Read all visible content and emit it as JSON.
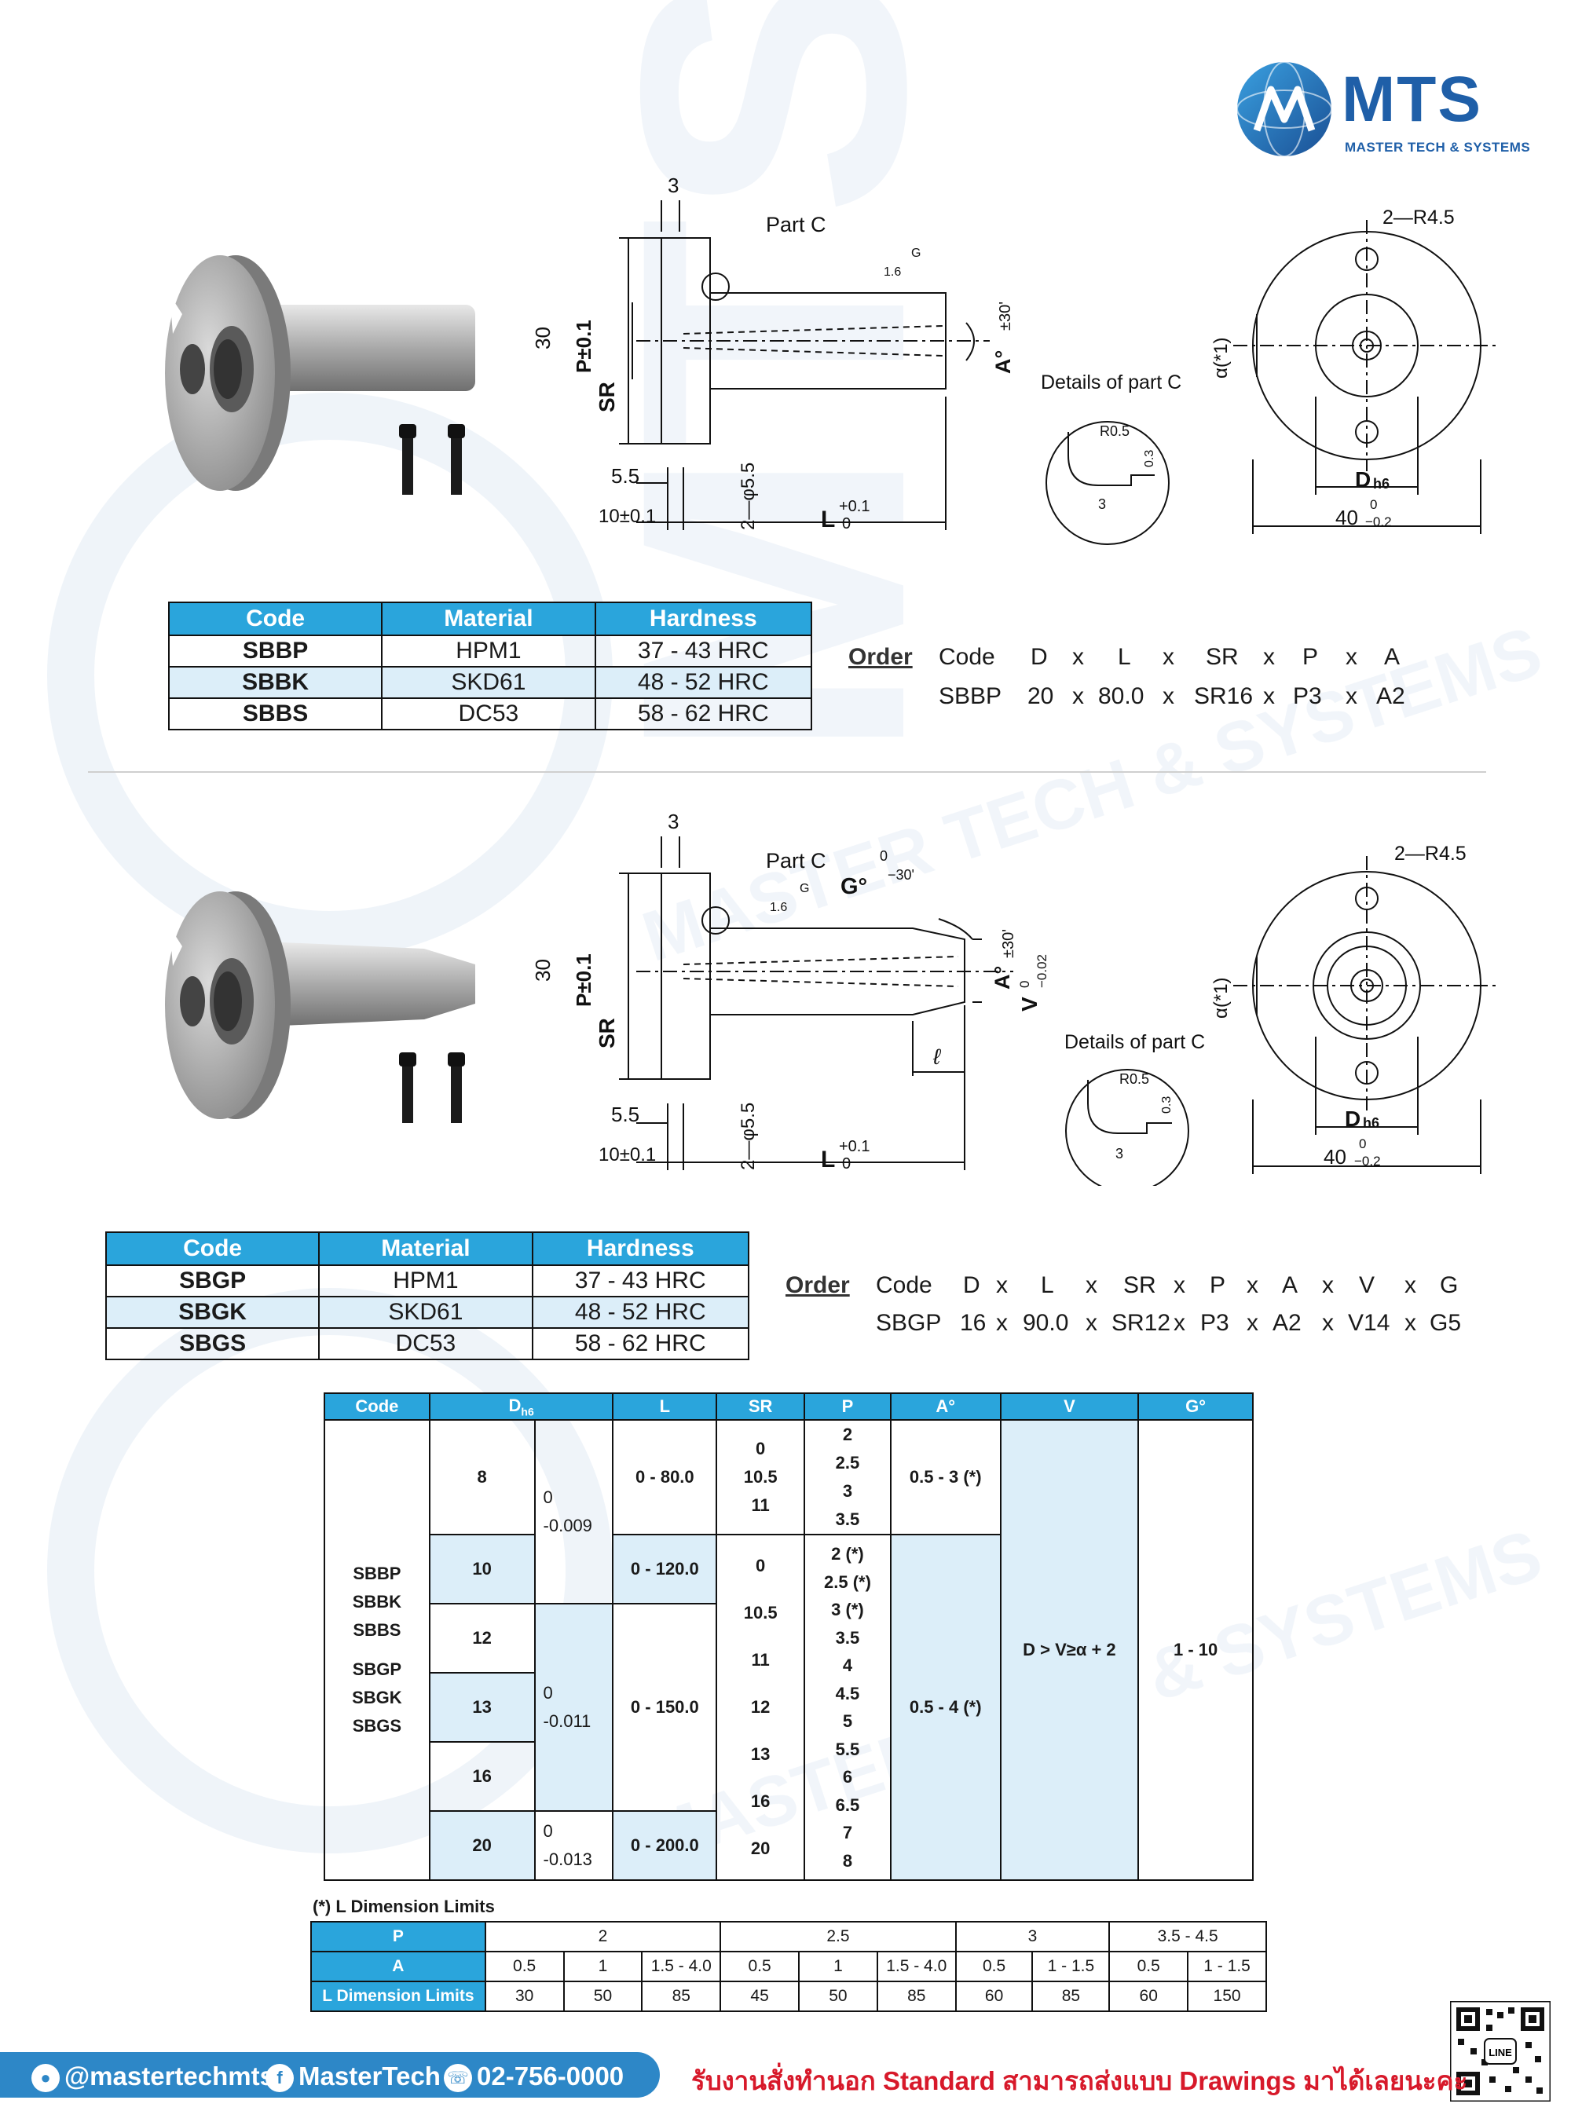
{
  "brand": {
    "name": "MTS",
    "tagline": "MASTER TECH & SYSTEMS",
    "watermark": "MTS MASTER TECH & SYSTEMS",
    "color": "#1f5fa8"
  },
  "drawing_labels": {
    "flange_width": "3",
    "part_c": "Part C",
    "height": "30",
    "p_tol": "P±0.1",
    "sr": "SR",
    "surface": "1.6",
    "surface_g": "G",
    "a_angle": "A°",
    "a_tol": "±30'",
    "hole": "2—φ5.5",
    "offset": "5.5",
    "flange_thk": "10±0.1",
    "l": "L",
    "l_tol_up": "+0.1",
    "l_tol_low": "0",
    "details": "Details of part C",
    "r05": "R0.5",
    "d03": "0.3",
    "d3": "3",
    "r45": "2—R4.5",
    "alpha": "α(*1)",
    "dh6": "D",
    "dh6_sub": "h6",
    "d40": "40",
    "d40_up": "0",
    "d40_low": "−0.2",
    "g_angle": "G°",
    "g_tol_up": "0",
    "g_tol_low": "−30'",
    "v": "V",
    "v_tol_up": "0",
    "v_tol_low": "−0.02",
    "ell": "ℓ"
  },
  "section1": {
    "headers": [
      "Code",
      "Material",
      "Hardness"
    ],
    "rows": [
      {
        "code": "SBBP",
        "material": "HPM1",
        "hardness": "37 - 43 HRC"
      },
      {
        "code": "SBBK",
        "material": "SKD61",
        "hardness": "48 - 52 HRC"
      },
      {
        "code": "SBBS",
        "material": "DC53",
        "hardness": "58 - 62 HRC"
      }
    ],
    "order": {
      "label": "Order",
      "fields": [
        "Code",
        "D",
        "x",
        "L",
        "x",
        "SR",
        "x",
        "P",
        "x",
        "A"
      ],
      "example": [
        "SBBP",
        "20",
        "x",
        "80.0",
        "x",
        "SR16",
        "x",
        "P3",
        "x",
        "A2"
      ]
    }
  },
  "section2": {
    "headers": [
      "Code",
      "Material",
      "Hardness"
    ],
    "rows": [
      {
        "code": "SBGP",
        "material": "HPM1",
        "hardness": "37 - 43 HRC"
      },
      {
        "code": "SBGK",
        "material": "SKD61",
        "hardness": "48 - 52 HRC"
      },
      {
        "code": "SBGS",
        "material": "DC53",
        "hardness": "58 - 62 HRC"
      }
    ],
    "order": {
      "label": "Order",
      "fields": [
        "Code",
        "D",
        "x",
        "L",
        "x",
        "SR",
        "x",
        "P",
        "x",
        "A",
        "x",
        "V",
        "x",
        "G"
      ],
      "example": [
        "SBGP",
        "16",
        "x",
        "90.0",
        "x",
        "SR12",
        "x",
        "P3",
        "x",
        "A2",
        "x",
        "V14",
        "x",
        "G5"
      ]
    }
  },
  "spec_table": {
    "headers": [
      "Code",
      "D",
      "h6",
      "L",
      "SR",
      "P",
      "A°",
      "V",
      "G°"
    ],
    "codes": [
      "SBBP",
      "SBBK",
      "SBBS",
      "SBGP",
      "SBGK",
      "SBGS"
    ],
    "d_values": [
      "8",
      "10",
      "12",
      "13",
      "16",
      "20"
    ],
    "tol": [
      [
        "0",
        "-0.009"
      ],
      [
        "0",
        "-0.011"
      ],
      [
        "0",
        "-0.013"
      ]
    ],
    "l_values": [
      "0 - 80.0",
      "0 - 120.0",
      "0 - 150.0",
      "0 - 200.0"
    ],
    "sr_group1": [
      "0",
      "10.5",
      "11"
    ],
    "sr_group2": [
      "0",
      "10.5",
      "11",
      "12",
      "13",
      "16",
      "20"
    ],
    "p_group1": [
      "2",
      "2.5",
      "3",
      "3.5"
    ],
    "p_group2": [
      "2 (*)",
      "2.5 (*)",
      "3 (*)",
      "3.5",
      "4",
      "4.5",
      "5",
      "5.5",
      "6",
      "6.5",
      "7",
      "8"
    ],
    "a_group1": "0.5 - 3 (*)",
    "a_group2": "0.5 - 4 (*)",
    "v_rule": "D > V≥α + 2",
    "g_range": "1 - 10"
  },
  "dimension_limits": {
    "title": "(*) L Dimension Limits",
    "row_labels": [
      "P",
      "A",
      "L Dimension Limits"
    ],
    "p_groups": [
      {
        "p": "2",
        "span": 3
      },
      {
        "p": "2.5",
        "span": 3
      },
      {
        "p": "3",
        "span": 2
      },
      {
        "p": "3.5 - 4.5",
        "span": 2
      }
    ],
    "a": [
      "0.5",
      "1",
      "1.5 - 4.0",
      "0.5",
      "1",
      "1.5 - 4.0",
      "0.5",
      "1 - 1.5",
      "0.5",
      "1 - 1.5"
    ],
    "limits": [
      "30",
      "50",
      "85",
      "45",
      "50",
      "85",
      "60",
      "85",
      "60",
      "150"
    ]
  },
  "footer": {
    "line": "@mastertechmts",
    "facebook": "MasterTech",
    "phone": "02-756-0000",
    "slogan": "รับงานสั่งทำนอก Standard สามารถส่งแบบ Drawings มาได้เลยนะคะ",
    "qr_label": "LINE"
  }
}
